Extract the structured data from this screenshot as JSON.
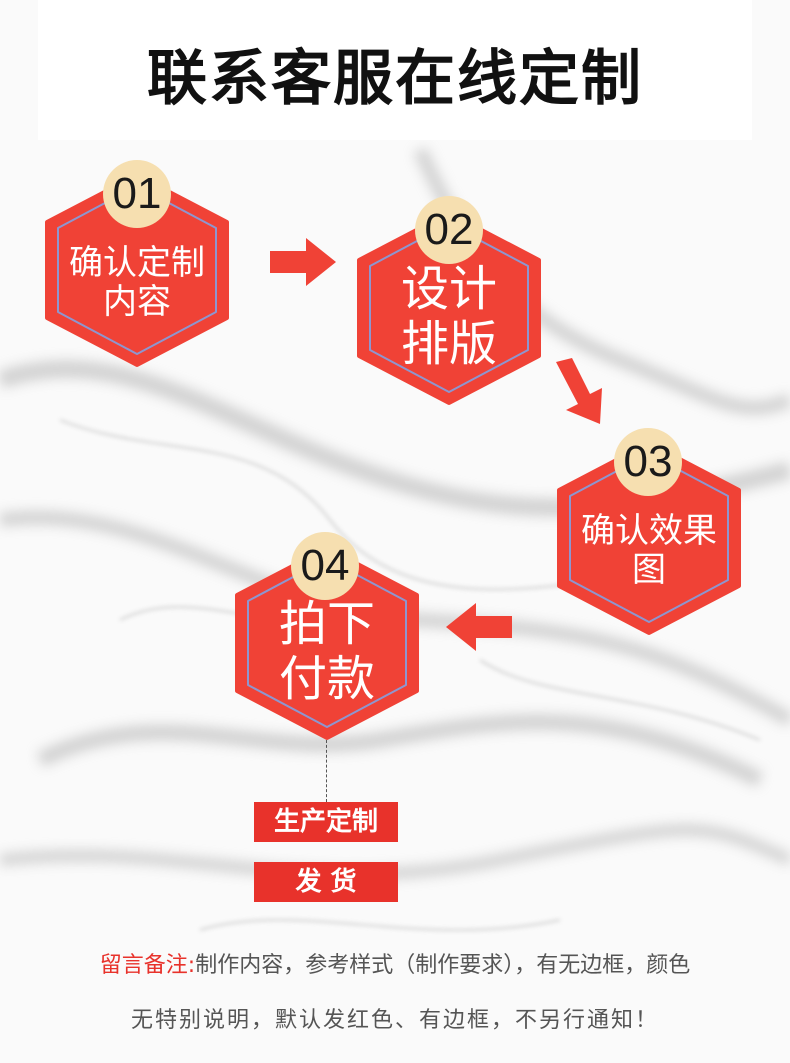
{
  "title": "联系客服在线定制",
  "colors": {
    "hex_fill": "#f04236",
    "hex_border": "#8e96cf",
    "badge": "#f6dfb0",
    "accent": "#e8322b",
    "arrow": "#f04236"
  },
  "steps": [
    {
      "number": "01",
      "line1": "确认定制",
      "line2": "内容"
    },
    {
      "number": "02",
      "line1": "设计",
      "line2": "排版"
    },
    {
      "number": "03",
      "line1": "确认效果",
      "line2": "图"
    },
    {
      "number": "04",
      "line1": "拍下",
      "line2": "付款"
    }
  ],
  "tags": {
    "production": "生产定制",
    "shipping": "发 货"
  },
  "note": {
    "lead": "留言备注:",
    "line1_rest": "制作内容，参考样式（制作要求），有无边框，颜色",
    "line2": "无特别说明，默认发红色、有边框，不另行通知！"
  }
}
